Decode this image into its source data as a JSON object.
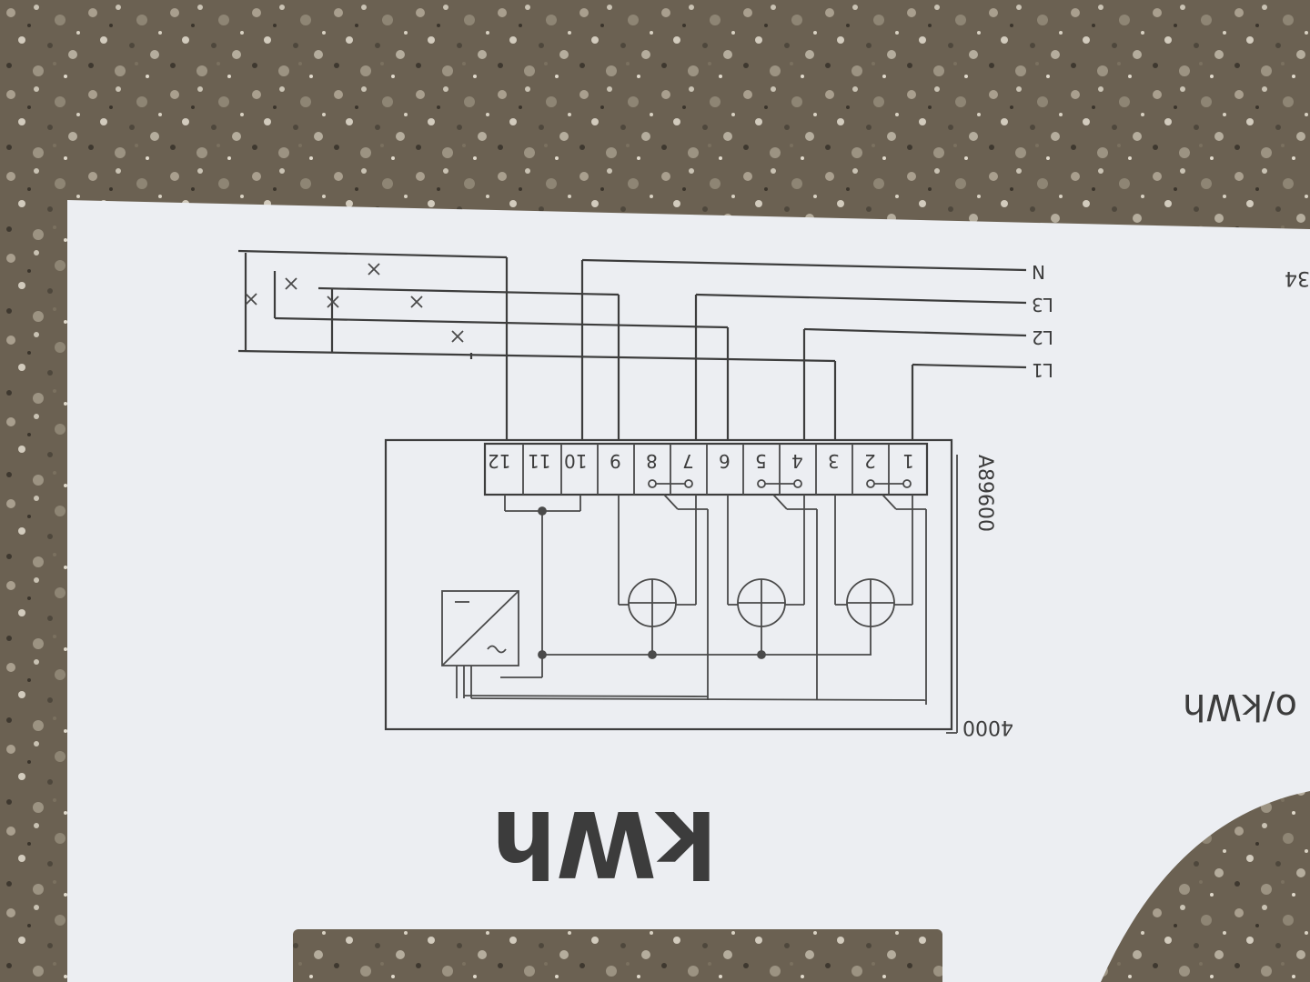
{
  "label_card": {
    "model_code": "A89600",
    "serial_code": "4000",
    "unit_big": "kWh",
    "unit_partial": "o/kWh",
    "edge_fragment": "34",
    "phase_labels": [
      "N",
      "L3",
      "L2",
      "L1"
    ],
    "terminal_numbers": [
      "12",
      "11",
      "10",
      "9",
      "8",
      "7",
      "6",
      "5",
      "4",
      "3",
      "2",
      "1"
    ]
  },
  "colors": {
    "ground": "#6b6152",
    "card": "#eceef2",
    "ink": "#3d3d3d"
  }
}
